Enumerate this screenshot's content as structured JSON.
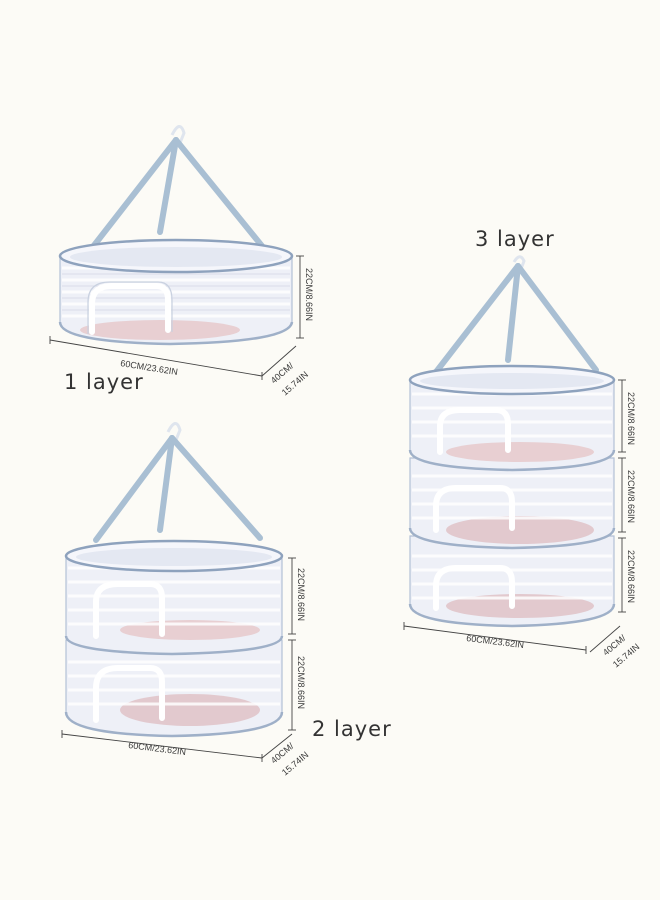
{
  "product": {
    "variants": [
      {
        "label": "1 layer",
        "height": "22CM/8.66IN",
        "width": "60CM/23.62IN",
        "depth_line1": "40CM/",
        "depth_line2": "15.74IN"
      },
      {
        "label": "2 layer",
        "height": "22CM/8.66IN",
        "width": "60CM/23.62IN",
        "depth_line1": "40CM/",
        "depth_line2": "15.74IN"
      },
      {
        "label": "3 layer",
        "height": "22CM/8.66IN",
        "width": "60CM/23.62IN",
        "depth_line1": "40CM/",
        "depth_line2": "15.74IN"
      }
    ]
  },
  "colors": {
    "background": "#fcfbf6",
    "mesh": "#eef0f7",
    "strap": "#a9bfd3",
    "text": "#333333"
  }
}
